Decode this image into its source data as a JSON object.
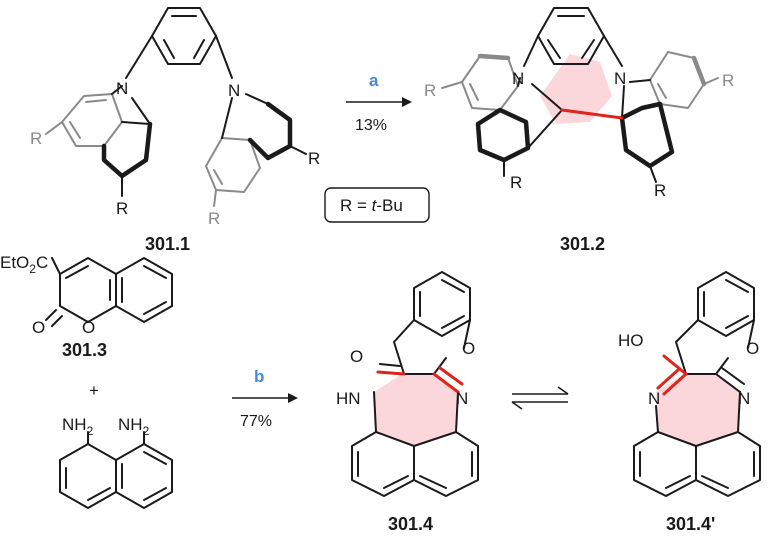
{
  "reaction1": {
    "reagent": "a",
    "yield": "13%",
    "substitution_note": {
      "prefix": "R = ",
      "italic": "t",
      "suffix": "-Bu"
    },
    "starting_material": {
      "label": "301.1",
      "atoms": {
        "n1": "N",
        "n2": "N",
        "r1": "R",
        "r2": "R",
        "r3": "R",
        "r4": "R"
      }
    },
    "product": {
      "label": "301.2",
      "atoms": {
        "n1": "N",
        "n2": "N",
        "r1": "R",
        "r2": "R",
        "r3": "R",
        "r4": "R"
      }
    }
  },
  "reaction2": {
    "reagent": "b",
    "yield": "77%",
    "plus": "+",
    "coumarin": {
      "label": "301.3",
      "ester": "EtO",
      "ester_sub": "2",
      "ester_tail": "C",
      "carbonyl_o": "O",
      "ring_o": "O"
    },
    "diamine": {
      "nh2_left": "NH",
      "nh2_right": "NH",
      "sub": "2"
    },
    "product": {
      "label": "301.4",
      "carbonyl_o": "O",
      "ring_o": "O",
      "hn": "HN",
      "n": "N"
    },
    "tautomer": {
      "label": "301.4'",
      "ho": "HO",
      "ring_o": "O",
      "n_left": "N",
      "n_right": "N"
    }
  },
  "colors": {
    "highlight_ring": "#fbd7dc",
    "new_bond": "#e0231c",
    "reagent_label": "#4a89d6",
    "substituent_grey": "#8a8a8a"
  }
}
